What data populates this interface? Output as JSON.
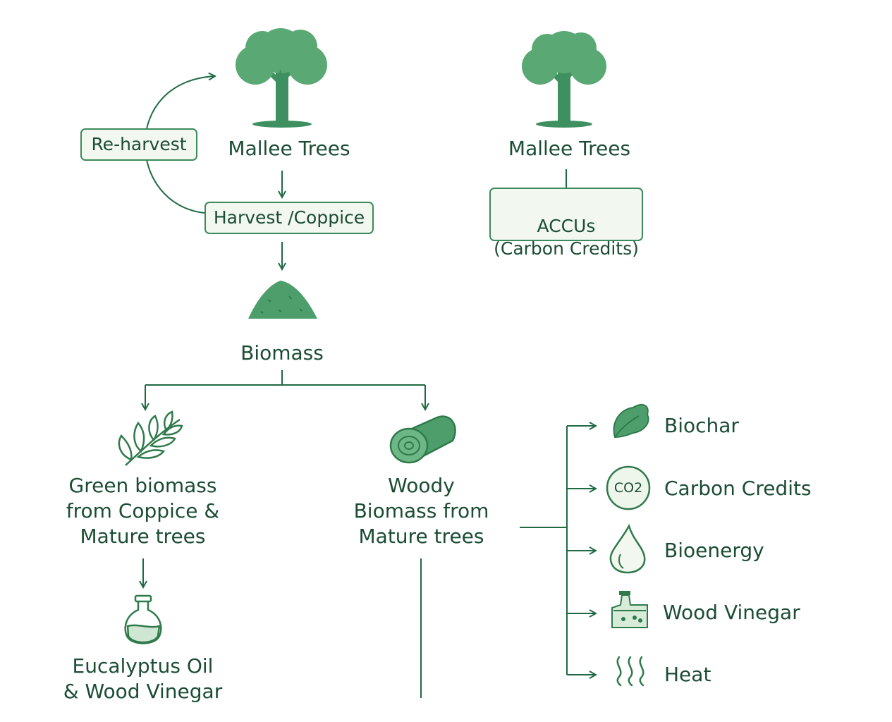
{
  "colors": {
    "line": "#1f6a43",
    "tree": "#4e9e6b",
    "tree_dark": "#2f7a4b",
    "box_bg": "#f2f7ef",
    "box_border": "#3c8a5c",
    "text": "#1b4d34"
  },
  "tree_left": {
    "label": "Mallee Trees",
    "icon": "tree-icon"
  },
  "tree_right": {
    "label": "Mallee Trees",
    "icon": "tree-icon"
  },
  "reharvest": {
    "label": "Re-harvest"
  },
  "harvest": {
    "label": "Harvest /Coppice"
  },
  "accus": {
    "label": "ACCUs\n(Carbon Credits)"
  },
  "biomass": {
    "label": "Biomass",
    "icon": "biomass-pile-icon"
  },
  "green": {
    "label": "Green biomass\nfrom Coppice &\nMature trees",
    "icon": "leaf-branch-icon"
  },
  "woody": {
    "label": "Woody\nBiomass from\nMature trees",
    "icon": "log-icon"
  },
  "oil": {
    "label": "Eucalyptus Oil\n& Wood Vinegar",
    "icon": "flask-icon"
  },
  "outputs": [
    {
      "label": "Biochar",
      "icon": "biochar-leaf-icon"
    },
    {
      "label": "Carbon Credits",
      "icon": "co2-icon",
      "badge": "CO2"
    },
    {
      "label": "Bioenergy",
      "icon": "droplet-icon"
    },
    {
      "label": "Wood Vinegar",
      "icon": "factory-icon"
    },
    {
      "label": "Heat",
      "icon": "heat-icon"
    }
  ]
}
